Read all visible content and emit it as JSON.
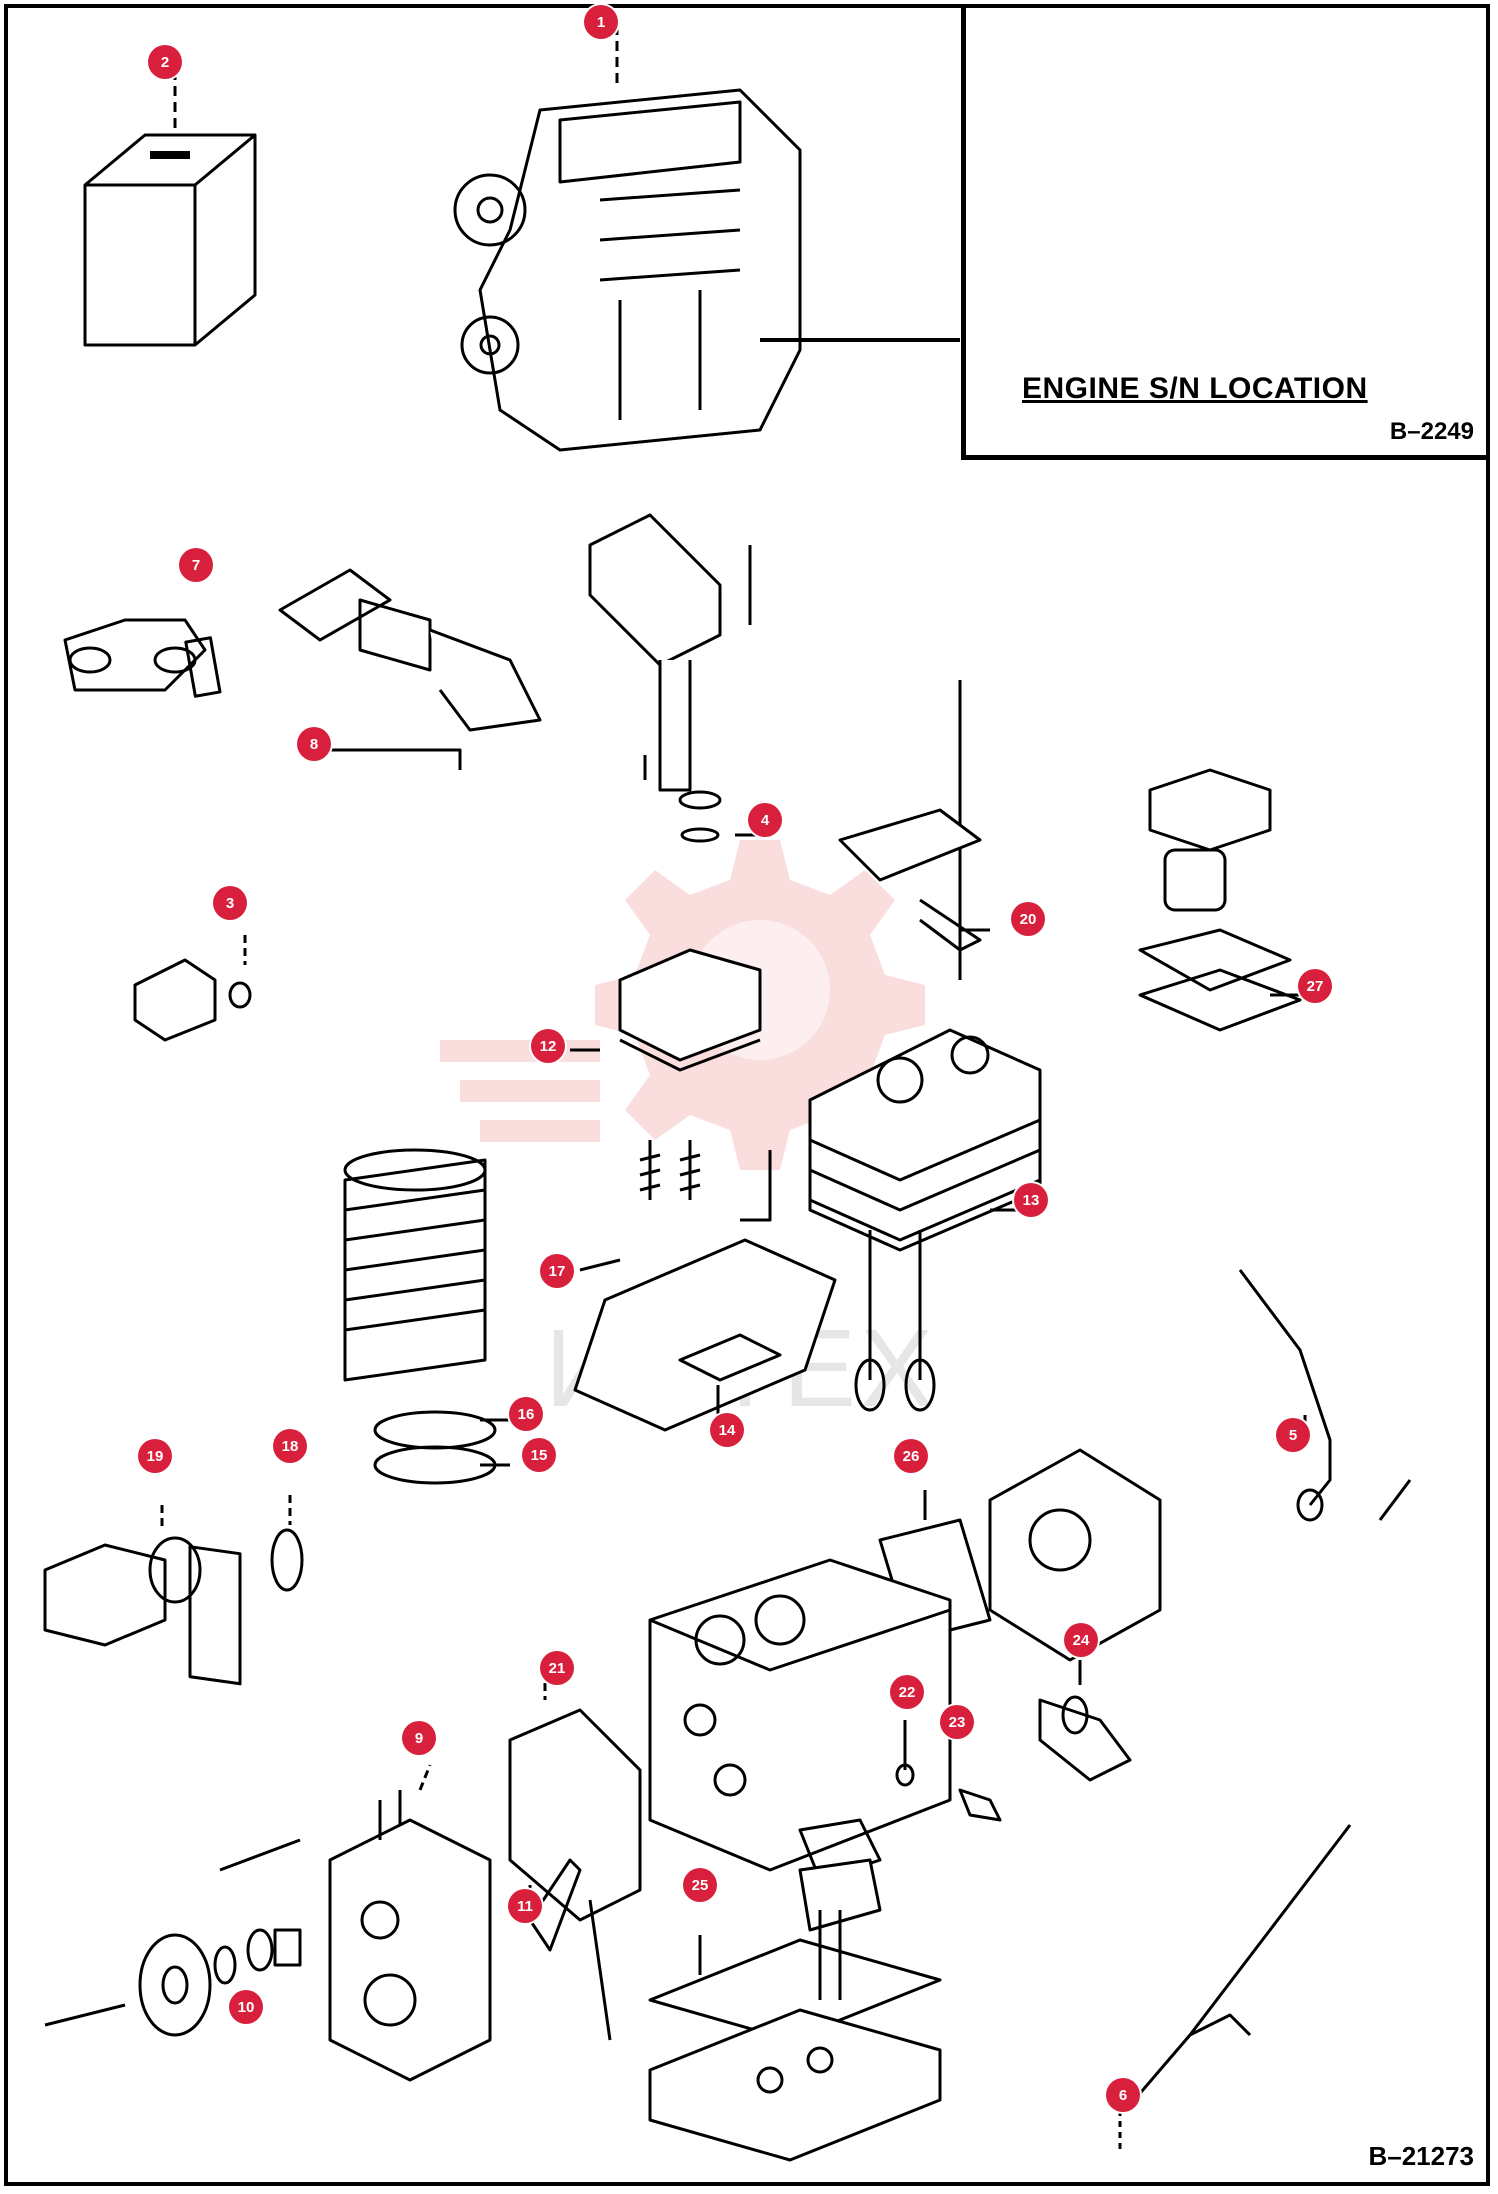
{
  "inset": {
    "title": "ENGINE S/N LOCATION",
    "code": "B–2249"
  },
  "figure_code": "B–21273",
  "watermark": "ИНТЕХ",
  "callouts": [
    "1",
    "2",
    "3",
    "4",
    "5",
    "6",
    "7",
    "8",
    "9",
    "10",
    "11",
    "12",
    "13",
    "14",
    "15",
    "16",
    "17",
    "18",
    "19",
    "20",
    "21",
    "22",
    "23",
    "24",
    "25",
    "26",
    "27"
  ],
  "colors": {
    "marker": "#d8203c",
    "line": "#000000",
    "watermark": "#f08c8c"
  }
}
